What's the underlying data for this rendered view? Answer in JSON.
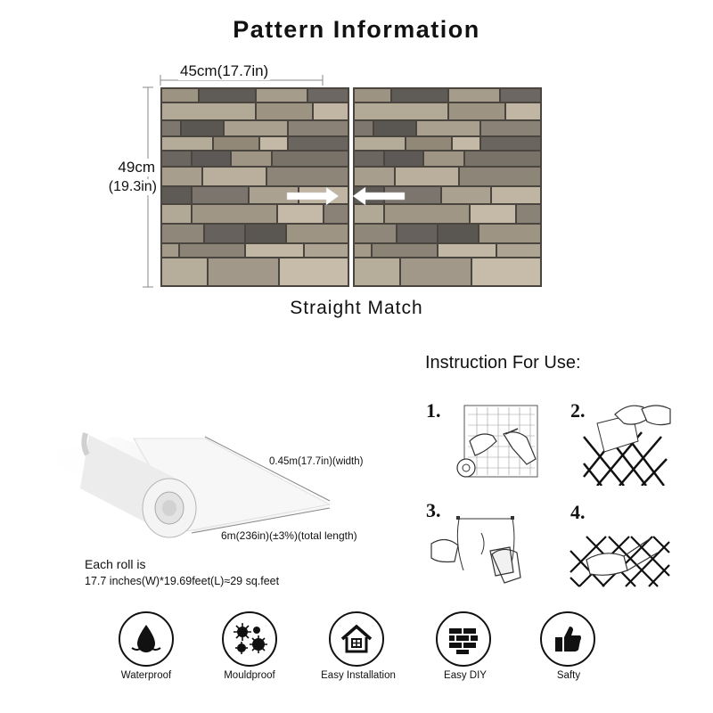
{
  "header": {
    "title": "Pattern Information"
  },
  "pattern": {
    "width_label": "45cm(17.7in)",
    "height_cm": "49cm",
    "height_in": "(19.3in)",
    "match_label": "Straight Match"
  },
  "instructions": {
    "title": "Instruction For Use:",
    "steps": [
      "1.",
      "2.",
      "3.",
      "4."
    ]
  },
  "roll": {
    "width_label": "0.45m(17.7in)(width)",
    "length_label": "6m(236in)(±3%)(total length)",
    "each_line1": "Each roll is",
    "each_line2": "17.7 inches(W)*19.69feet(L)≈29 sq.feet"
  },
  "features": [
    {
      "label": "Waterproof",
      "icon": "water-drop-icon"
    },
    {
      "label": "Mouldproof",
      "icon": "mould-spores-icon"
    },
    {
      "label": "Easy Installation",
      "icon": "house-icon"
    },
    {
      "label": "Easy DIY",
      "icon": "brick-wall-icon"
    },
    {
      "label": "Safty",
      "icon": "thumbs-up-icon"
    }
  ],
  "colors": {
    "stone_light": "#b5aa98",
    "stone_mid": "#8f8676",
    "stone_dark": "#5e5a55",
    "mortar": "#4a463f"
  }
}
